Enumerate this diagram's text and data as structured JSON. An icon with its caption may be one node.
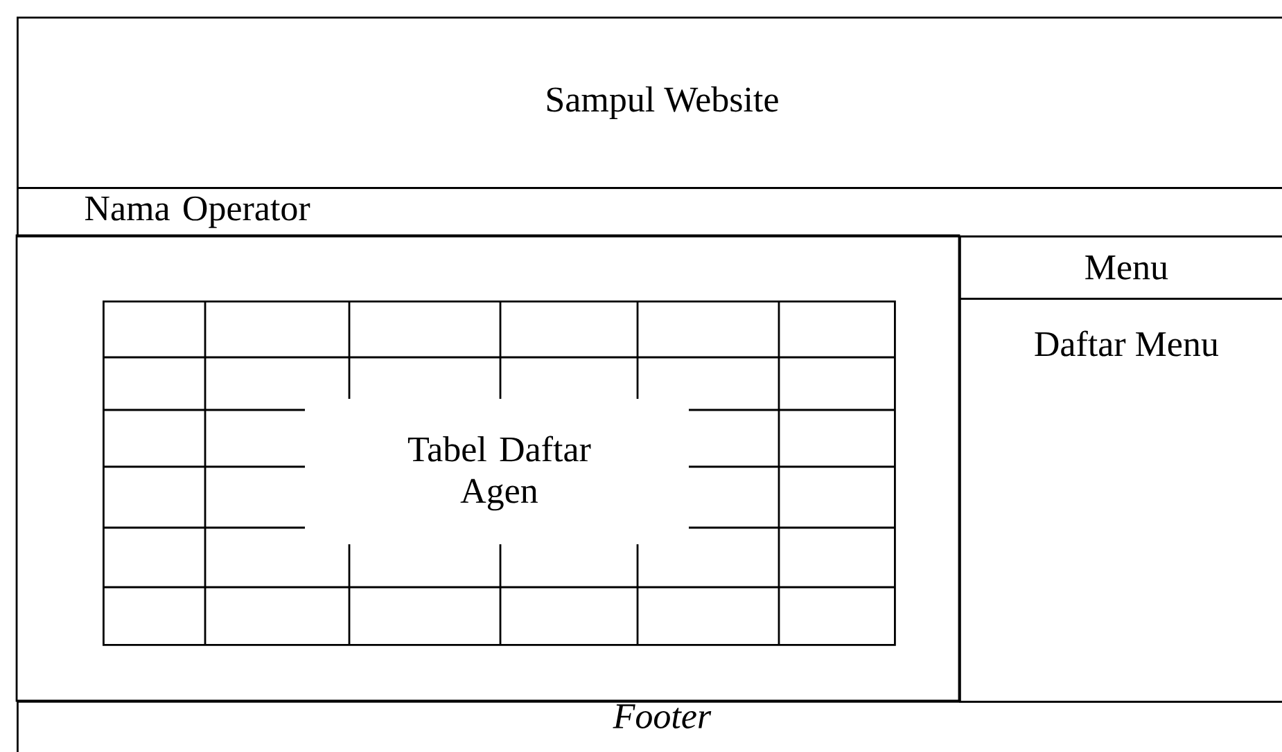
{
  "diagram": {
    "nodes": [
      {
        "text": [
          "Sampul Website"
        ]
      },
      {
        "text": [
          "Nama Operator"
        ]
      },
      {
        "text": [
          "Menu"
        ]
      },
      {
        "text": [
          "Daftar Menu"
        ]
      },
      {
        "text": [
          "Tabel Daftar Agen"
        ]
      },
      {
        "text": [
          "Footer"
        ]
      }
    ]
  }
}
